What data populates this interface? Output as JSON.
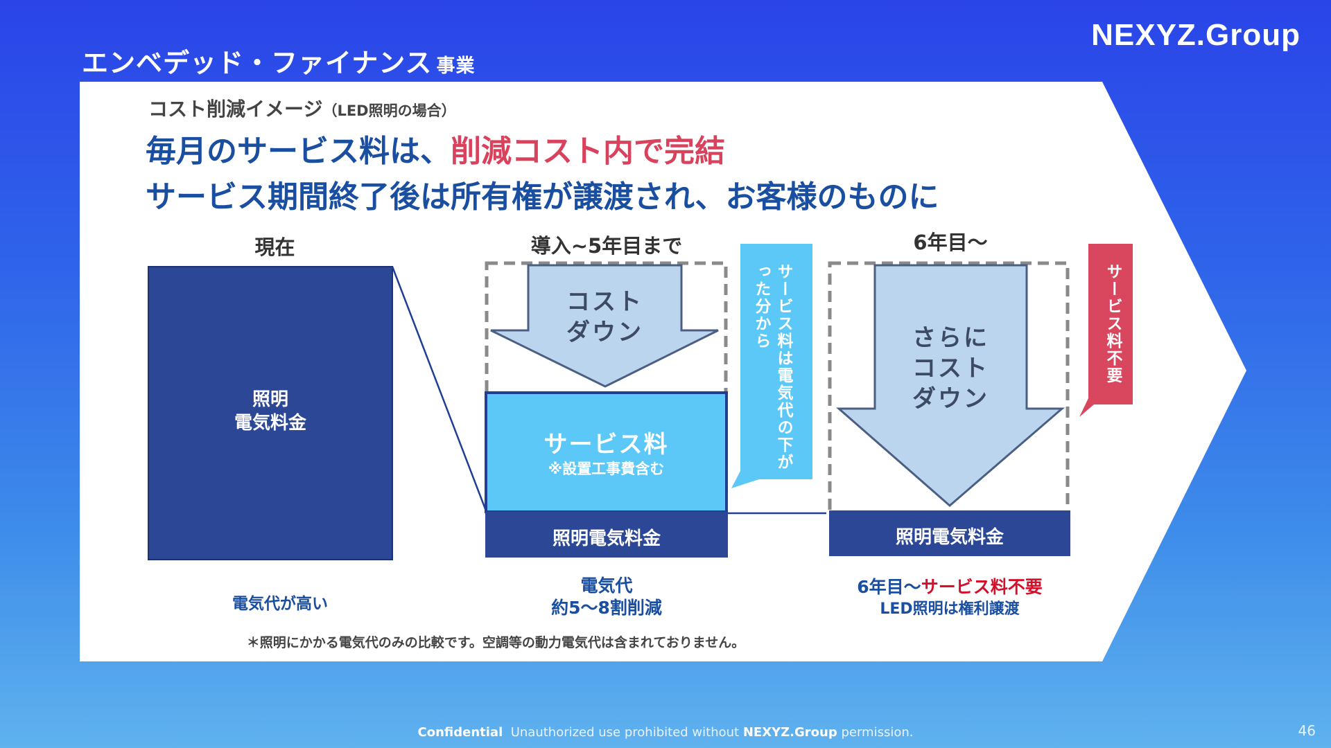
{
  "header": {
    "title": "エンベデッド・ファイナンス",
    "title_suffix": "事業",
    "logo": "NEXYZ.Group"
  },
  "section": {
    "label": "コスト削減イメージ",
    "label_note": "（LED照明の場合）"
  },
  "headline": {
    "line1_prefix": "毎月のサービス料は、",
    "line1_highlight": "削減コスト内で完結",
    "line2": "サービス期間終了後は所有権が譲渡され、お客様のものに"
  },
  "columns": {
    "current": {
      "heading": "現在",
      "box_line1": "照明",
      "box_line2": "電気料金",
      "caption": "電気代が高い"
    },
    "phase1": {
      "heading": "導入~5年目まで",
      "arrow_line1": "コスト",
      "arrow_line2": "ダウン",
      "service_label": "サービス料",
      "service_note": "※設置工事費含む",
      "bill_label": "照明電気料金",
      "caption_line1": "電気代",
      "caption_line2": "約5～8割削減",
      "callout": "サービス料は電気代の下がった分から"
    },
    "phase2": {
      "heading": "6年目～",
      "arrow_line1": "さらに",
      "arrow_line2": "コスト",
      "arrow_line3": "ダウン",
      "bill_label": "照明電気料金",
      "caption_line1_prefix": "6年目～",
      "caption_line1_red": "サービス料不要",
      "caption_line2": "LED照明は権利譲渡",
      "callout": "サービス料不要"
    }
  },
  "footnote": "＊照明にかかる電気代のみの比較です。空調等の動力電気代は含まれておりません。",
  "footer": {
    "confidential": "Confidential",
    "text_before": "Unauthorized use prohibited without",
    "brand": "NEXYZ.Group",
    "text_after": "permission."
  },
  "page_number": "46",
  "colors": {
    "navy": "#2b4795",
    "light_blue": "#5bc8f7",
    "callout_blue": "#5bc8f7",
    "callout_red": "#d9475e",
    "headline_blue": "#1a4ea0",
    "highlight_red": "#d8425d"
  }
}
